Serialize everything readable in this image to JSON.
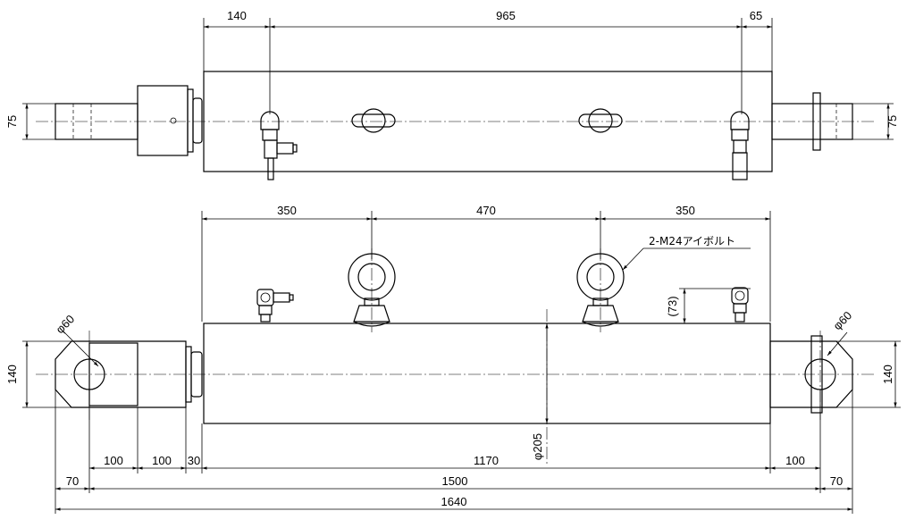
{
  "top_view": {
    "dims": {
      "left_top": "140",
      "mid_top": "965",
      "right_top": "65",
      "left_side": "75",
      "right_side": "75"
    }
  },
  "front_view": {
    "dims": {
      "seg1": "350",
      "seg2": "470",
      "seg3": "350",
      "note": "2-M24アイボルト",
      "paren": "(73)",
      "hole_left": "φ60",
      "hole_right": "φ60",
      "side_left": "140",
      "side_right": "140",
      "dia_body": "φ205",
      "b100a": "100",
      "b100b": "100",
      "b30": "30",
      "b1170": "1170",
      "b100c": "100",
      "r70a": "70",
      "r1500": "1500",
      "r70b": "70",
      "total": "1640"
    }
  }
}
